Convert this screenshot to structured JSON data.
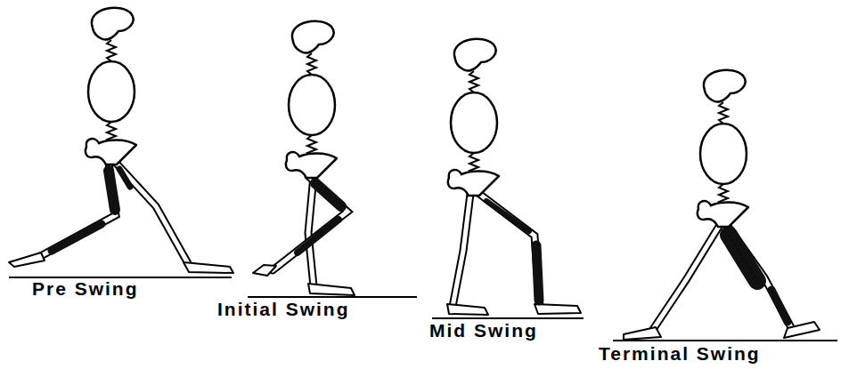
{
  "diagram": {
    "labels": [
      "Pre Swing",
      "Initial Swing",
      "Mid Swing",
      "Terminal Swing"
    ]
  }
}
